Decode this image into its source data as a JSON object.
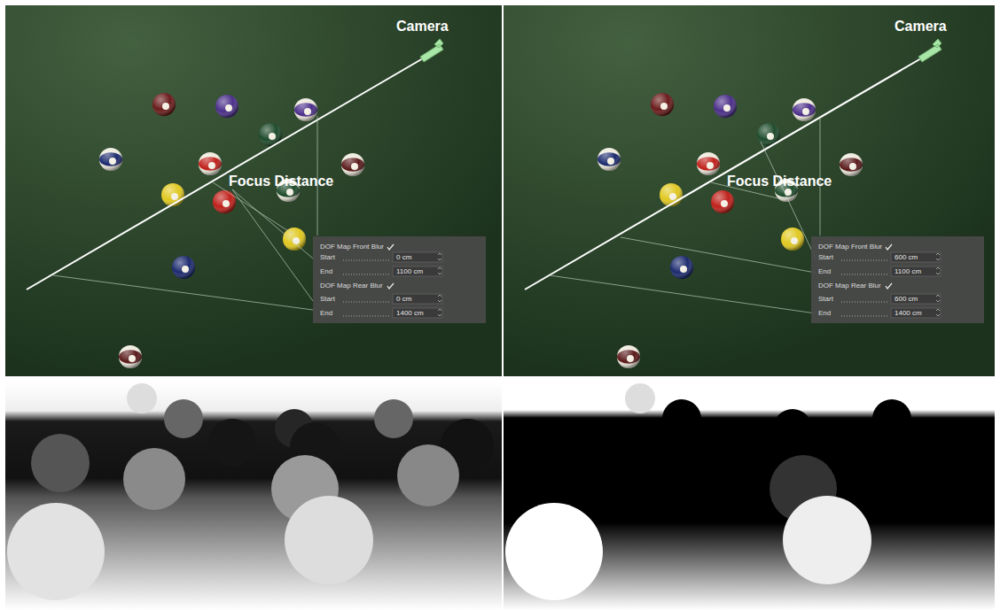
{
  "diagram": {
    "labels": [
      "Camera",
      "Focus Distance",
      "DOF Map Front Blur",
      "Start",
      "0 cm",
      "End",
      "1100 cm",
      "DOF Map Rear Blur",
      "Start",
      "0 cm",
      "End",
      "1400 cm",
      "Camera",
      "Focus Distance",
      "DOF Map Front Blur",
      "Start",
      "600 cm",
      "End",
      "1100 cm",
      "DOF Map Rear Blur",
      "Start",
      "600 cm",
      "End",
      "1400 cm"
    ]
  }
}
